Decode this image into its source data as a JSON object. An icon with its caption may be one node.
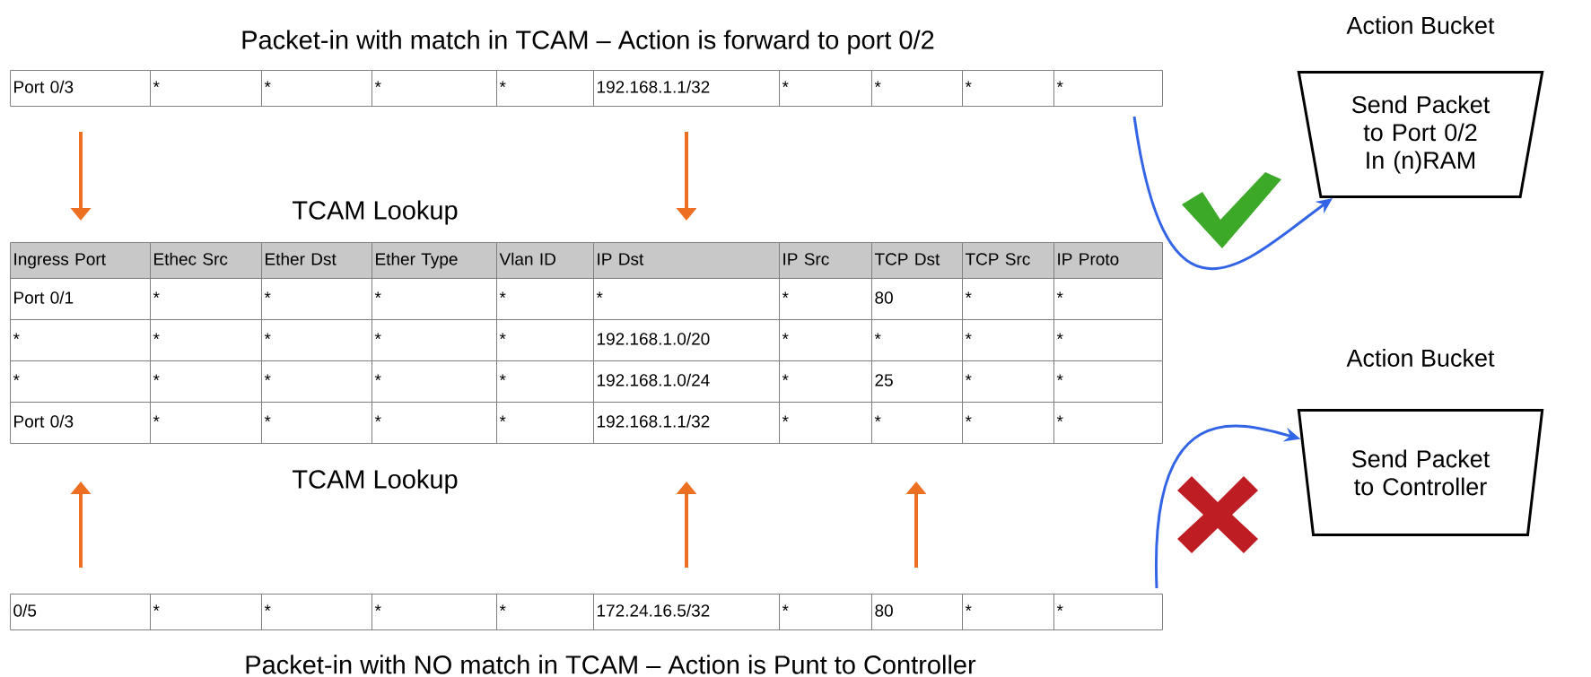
{
  "diagram": {
    "nodes": [
      {
        "text": [
          "Action Bucket",
          "Send Packet to Port 0/2 In (n)RAM"
        ]
      },
      {
        "text": [
          "Action Bucket",
          "Send Packet to Controller"
        ]
      }
    ],
    "edges": [
      {
        "from": null,
        "to": 0,
        "arrow": "to"
      },
      {
        "from": null,
        "to": 1,
        "arrow": "to"
      }
    ],
    "labels": [
      "Packet-in with match in TCAM – Action is forward to port 0/2",
      "Port 0/3",
      "*",
      "*",
      "*",
      "*",
      "192.168.1.1/32",
      "*",
      "*",
      "*",
      "*",
      "TCAM Lookup",
      "Ingress Port",
      "Ethec Src",
      "Ether Dst",
      "Ether Type",
      "Vlan ID",
      "IP Dst",
      "IP Src",
      "TCP Dst",
      "TCP Src",
      "IP Proto",
      "Port 0/1",
      "*",
      "*",
      "*",
      "*",
      "*",
      "*",
      "80",
      "*",
      "*",
      "*",
      "*",
      "*",
      "*",
      "*",
      "192.168.1.0/20",
      "*",
      "*",
      "*",
      "*",
      "*",
      "*",
      "*",
      "*",
      "*",
      "192.168.1.0/24",
      "*",
      "25",
      "*",
      "*",
      "Port 0/3",
      "*",
      "*",
      "*",
      "*",
      "192.168.1.1/32",
      "*",
      "*",
      "*",
      "*",
      "TCAM Lookup",
      "0/5",
      "*",
      "*",
      "*",
      "*",
      "172.24.16.5/32",
      "*",
      "80",
      "*",
      "*",
      "Packet-in with NO match in TCAM – Action is Punt to Controller"
    ]
  }
}
